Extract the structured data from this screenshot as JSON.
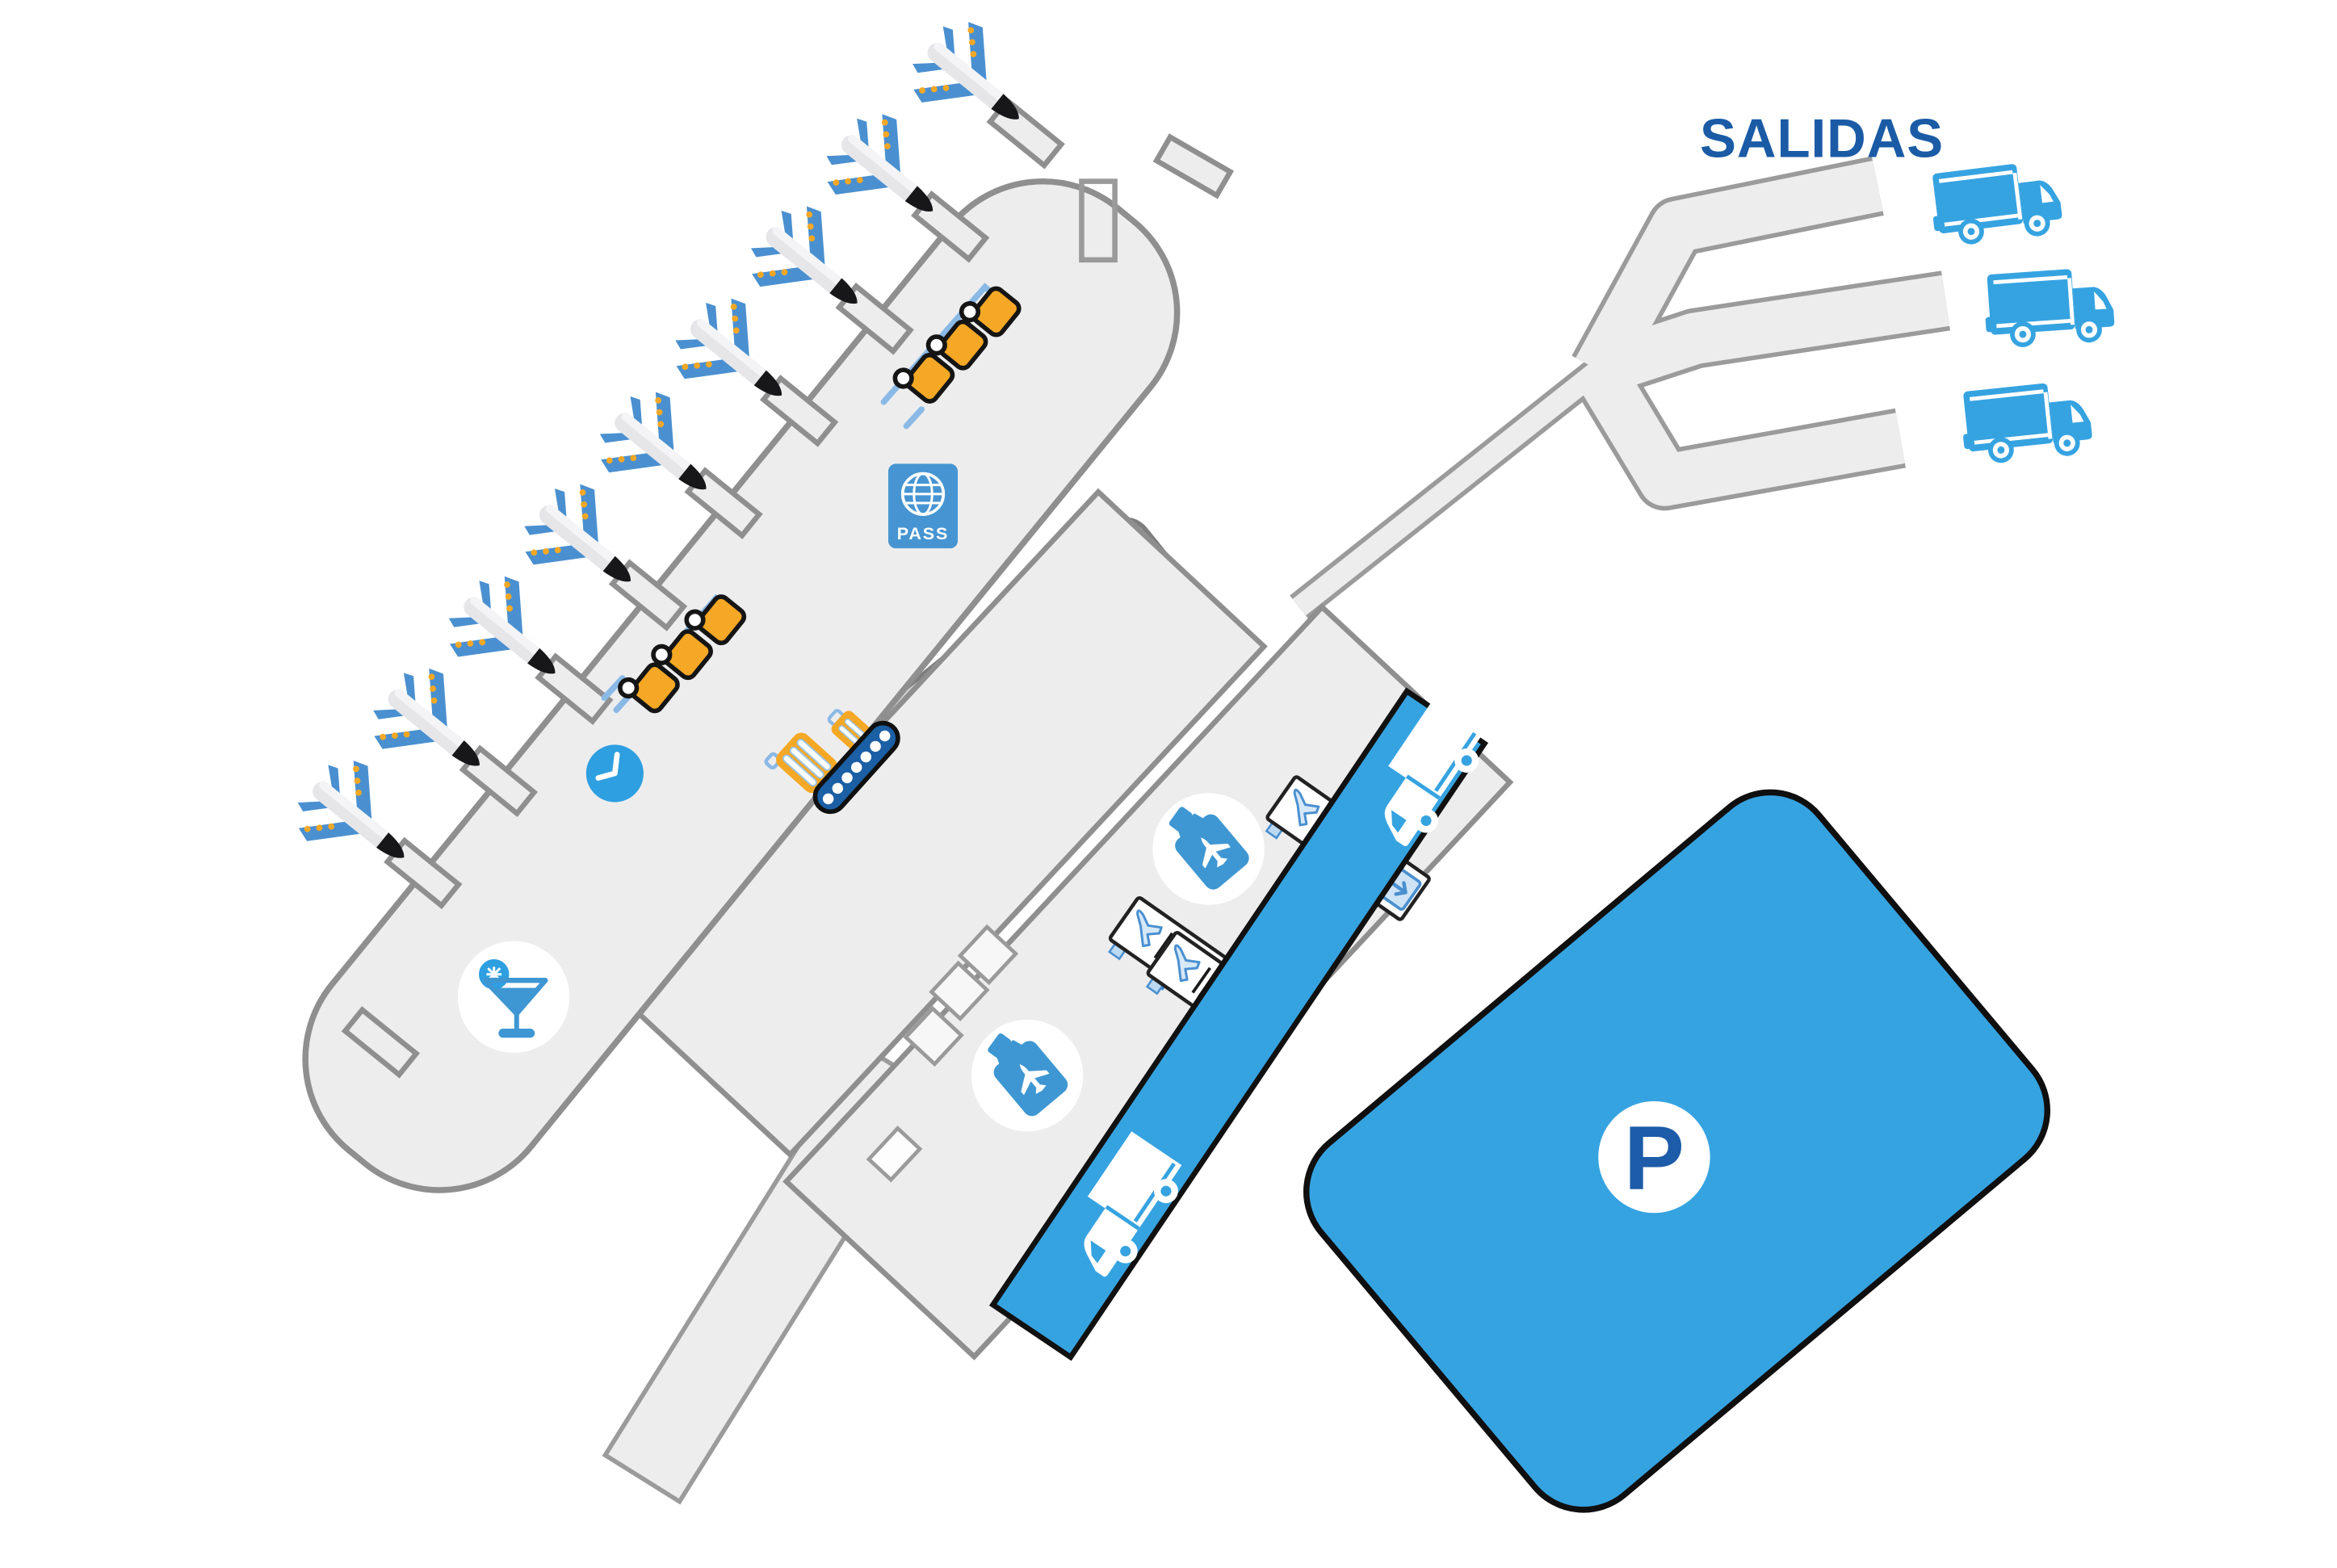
{
  "map": {
    "title": "Airport terminal map",
    "labels": {
      "departures": "SALIDAS",
      "passport_control": "PASS",
      "parking": "P"
    },
    "colors": {
      "accent_blue": "#36a3e1",
      "label_blue": "#1b5ba6",
      "icon_blue": "#3e97d3",
      "plane_wing_blue": "#4a90d0",
      "conveyor_navy": "#1b5fa4",
      "luggage_orange": "#f5a825",
      "building_fill": "#ededee",
      "building_border": "#8f8f8f",
      "baggage_strip_fill": "#d3d3d5",
      "road_fill": "#ededee",
      "road_border": "#9b9b9b",
      "outline_black": "#111111",
      "rail_light_blue": "#8ab9e6"
    },
    "terminal": {
      "airplane_count": 9,
      "jet_bridge_count": 11,
      "luggage_cart_groups": 2,
      "luggage_carts_per_group": 3,
      "amenities": [
        "passport-control",
        "clock",
        "bar",
        "baggage-carousel"
      ]
    },
    "landside": {
      "departure_road_branches": 3,
      "departure_shuttle_count": 3,
      "access_road_van_count": 2,
      "duty_free_shops": 2,
      "check_in_ticket_desks": 2,
      "parking_areas": 1
    }
  }
}
